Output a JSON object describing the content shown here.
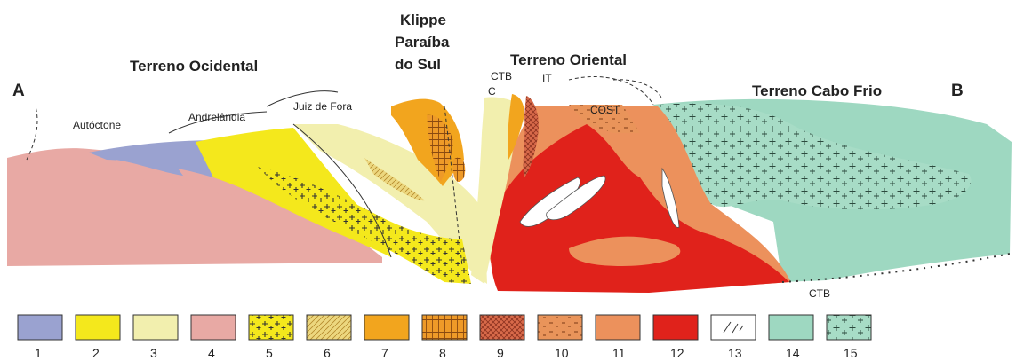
{
  "section": {
    "endpoint_a": "A",
    "endpoint_b": "B",
    "terrane_labels": {
      "ocidental": "Terreno Ocidental",
      "klippe_1": "Klippe",
      "klippe_2": "Paraíba",
      "klippe_3": "do Sul",
      "oriental": "Terreno Oriental",
      "cabo_frio": "Terreno Cabo Frio"
    },
    "unit_labels": {
      "autoctone": "Autóctone",
      "andrelandia": "Andrelândia",
      "juiz_de_fora": "Juiz de Fora",
      "ctb_top": "CTB",
      "c": "C",
      "it": "IT",
      "cost": "COST",
      "ctb_bottom": "CTB"
    }
  },
  "legend": [
    {
      "number": "1",
      "color": "#9aa2d0",
      "pattern": "solid"
    },
    {
      "number": "2",
      "color": "#f4e81c",
      "pattern": "solid"
    },
    {
      "number": "3",
      "color": "#f2efae",
      "pattern": "solid"
    },
    {
      "number": "4",
      "color": "#e8a9a4",
      "pattern": "solid"
    },
    {
      "number": "5",
      "color": "#f4e81c",
      "pattern": "crosses"
    },
    {
      "number": "6",
      "color": "#ecd77e",
      "pattern": "stipple"
    },
    {
      "number": "7",
      "color": "#f2a51e",
      "pattern": "solid"
    },
    {
      "number": "8",
      "color": "#ee9a28",
      "pattern": "grid"
    },
    {
      "number": "9",
      "color": "#d86a4a",
      "pattern": "hatch"
    },
    {
      "number": "10",
      "color": "#e9945a",
      "pattern": "dashes"
    },
    {
      "number": "11",
      "color": "#ec915c",
      "pattern": "solid"
    },
    {
      "number": "12",
      "color": "#e0221b",
      "pattern": "solid"
    },
    {
      "number": "13",
      "color": "#ffffff",
      "pattern": "lens"
    },
    {
      "number": "14",
      "color": "#9ed8c1",
      "pattern": "solid"
    },
    {
      "number": "15",
      "color": "#a7dcc6",
      "pattern": "crosses"
    }
  ]
}
